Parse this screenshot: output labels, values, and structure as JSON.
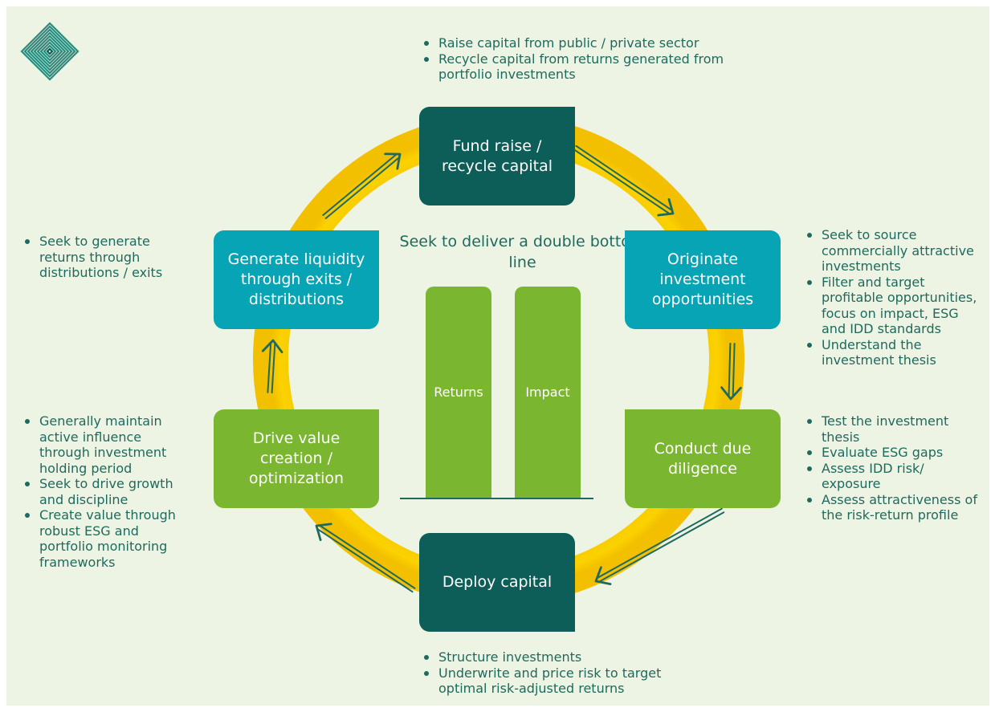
{
  "center": {
    "title": "Seek to deliver a double bottom line",
    "bar_left": "Returns",
    "bar_right": "Impact"
  },
  "steps": {
    "fund_raise": "Fund raise / recycle capital",
    "originate": "Originate investment opportunities",
    "due_diligence": "Conduct due diligence",
    "deploy": "Deploy capital",
    "value_creation": "Drive value creation / optimization",
    "liquidity": "Generate liquidity through exits / distributions"
  },
  "notes": {
    "fund_raise": [
      "Raise capital from public / private sector",
      "Recycle capital from returns generated from portfolio investments"
    ],
    "originate": [
      "Seek to source commercially attractive investments",
      "Filter and target profitable opportunities, focus on impact, ESG and IDD standards",
      "Understand the investment thesis"
    ],
    "due_diligence": [
      "Test the investment thesis",
      "Evaluate ESG gaps",
      "Assess IDD risk/ exposure",
      "Assess attractiveness of the risk-return profile"
    ],
    "deploy": [
      "Structure investments",
      "Underwrite and price risk to target optimal risk-adjusted returns"
    ],
    "value_creation": [
      "Generally maintain active influence through investment holding period",
      "Seek to drive growth and discipline",
      "Create value through robust ESG and portfolio monitoring frameworks"
    ],
    "liquidity": [
      "Seek to generate returns through distributions / exits"
    ]
  },
  "colors": {
    "background": "#edf4e4",
    "ring": "#f5c400",
    "dark_box": "#0d5e58",
    "teal_box": "#07a4b6",
    "green_box": "#7ab62f",
    "text": "#1e6a5e",
    "arrow": "#1e6a5e"
  },
  "icons": [
    "diamond-pattern-logo",
    "cycle-arrow-icon"
  ]
}
